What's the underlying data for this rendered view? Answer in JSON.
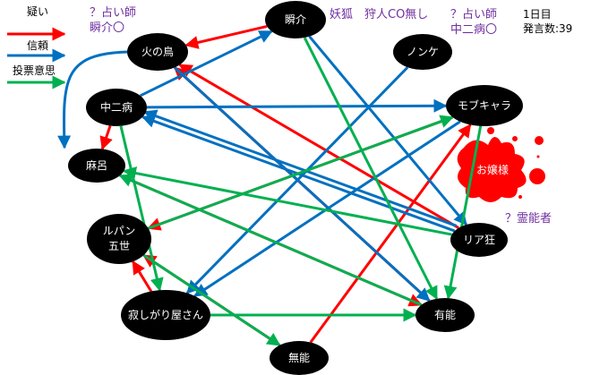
{
  "legend": {
    "suspicion": {
      "label": "疑い",
      "color": "#ff0000"
    },
    "trust": {
      "label": "信頼",
      "color": "#0070c0"
    },
    "vote_intent": {
      "label": "投票意思",
      "color": "#00b050"
    }
  },
  "notes": {
    "seer_1": "？占い師\n瞬介〇",
    "fox_hunter": "妖狐　狩人CO無し",
    "seer_2": "？占い師\n中二病〇",
    "medium": "？霊能者"
  },
  "info": {
    "day": "1日目",
    "statements": "発言数:39"
  },
  "nodes": {
    "shunsuke": "瞬介",
    "hinotori": "火の鳥",
    "nonke": "ノンケ",
    "chuunibyou": "中二病",
    "mobchara": "モブキャラ",
    "ojousama": "お嬢様",
    "maro": "麻呂",
    "riakyou": "リア狂",
    "lupin": "ルパン\n五世",
    "sabishigari": "寂しがり屋さん",
    "yuunou": "有能",
    "munou": "無能"
  },
  "edges": [
    {
      "from": "shunsuke",
      "to": "hinotori",
      "type": "suspicion"
    },
    {
      "from": "yuunou",
      "to": "hinotori",
      "type": "suspicion"
    },
    {
      "from": "riakyou",
      "to": "hinotori",
      "type": "suspicion"
    },
    {
      "from": "chuunibyou",
      "to": "maro",
      "type": "suspicion"
    },
    {
      "from": "mobchara",
      "to": "lupin",
      "type": "suspicion"
    },
    {
      "from": "sabishigari",
      "to": "lupin",
      "type": "suspicion"
    },
    {
      "from": "munou",
      "to": "lupin",
      "type": "suspicion"
    },
    {
      "from": "munou",
      "to": "mobchara",
      "type": "suspicion"
    },
    {
      "from": "maro",
      "to": "yuunou",
      "type": "suspicion"
    },
    {
      "from": "hinotori",
      "to": "maro",
      "type": "trust",
      "curve": true
    },
    {
      "from": "chuunibyou",
      "to": "shunsuke",
      "type": "trust"
    },
    {
      "from": "chuunibyou",
      "to": "mobchara",
      "type": "trust"
    },
    {
      "from": "riakyou",
      "to": "chuunibyou",
      "type": "trust"
    },
    {
      "from": "riakyou",
      "to": "chuunibyou",
      "type": "trust",
      "offset": 6
    },
    {
      "from": "shunsuke",
      "to": "riakyou",
      "type": "trust"
    },
    {
      "from": "nonke",
      "to": "sabishigari",
      "type": "trust"
    },
    {
      "from": "mobchara",
      "to": "sabishigari",
      "type": "trust"
    },
    {
      "from": "hinotori",
      "to": "yuunou",
      "type": "trust"
    },
    {
      "from": "shunsuke",
      "to": "yuunou",
      "type": "vote_intent"
    },
    {
      "from": "chuunibyou",
      "to": "sabishigari",
      "type": "vote_intent"
    },
    {
      "from": "lupin",
      "to": "munou",
      "type": "vote_intent"
    },
    {
      "from": "lupin",
      "to": "mobchara",
      "type": "vote_intent"
    },
    {
      "from": "sabishigari",
      "to": "yuunou",
      "type": "vote_intent"
    },
    {
      "from": "riakyou",
      "to": "maro",
      "type": "vote_intent"
    },
    {
      "from": "yuunou",
      "to": "maro",
      "type": "vote_intent"
    },
    {
      "from": "mobchara",
      "to": "yuunou",
      "type": "vote_intent"
    }
  ]
}
